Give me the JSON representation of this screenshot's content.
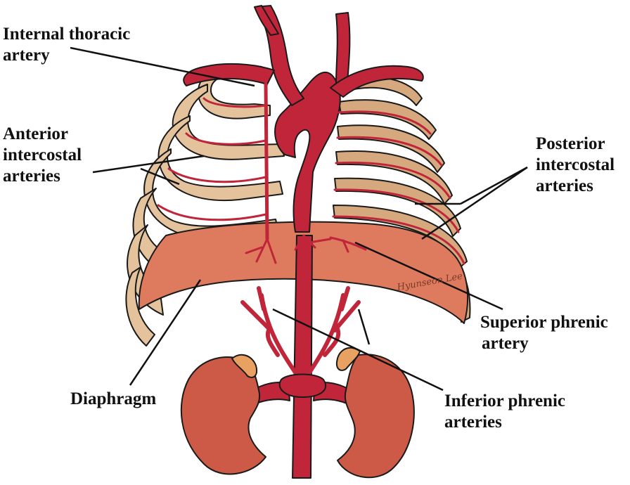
{
  "labels": {
    "internal_thoracic": [
      "Internal thoracic",
      "artery"
    ],
    "anterior_intercostal": [
      "Anterior",
      "intercostal",
      "arteries"
    ],
    "posterior_intercostal": [
      "Posterior",
      "intercostal",
      "arteries"
    ],
    "superior_phrenic": [
      "Superior phrenic",
      "artery"
    ],
    "diaphragm": [
      "Diaphragm"
    ],
    "inferior_phrenic": [
      "Inferior phrenic",
      "arteries"
    ]
  },
  "signature": "Hyunseon Lee",
  "colors": {
    "artery": "#c0253a",
    "rib": "#e3c29c",
    "rib_back": "#d6a87e",
    "diaphragm": "#de7a5d",
    "kidney": "#cc5a46",
    "adrenal": "#e8a160",
    "outline": "#1a1a1a"
  }
}
